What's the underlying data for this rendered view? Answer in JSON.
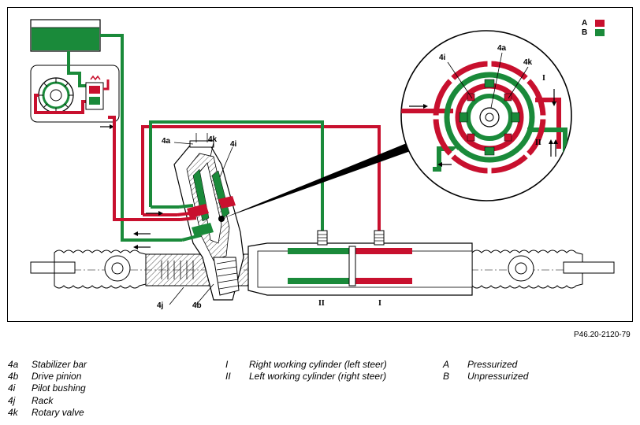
{
  "colors": {
    "pressurized": "#c8102e",
    "unpressurized": "#1a8a3a",
    "line": "#000000"
  },
  "color_key": [
    {
      "code": "A",
      "color": "#c8102e"
    },
    {
      "code": "B",
      "color": "#1a8a3a"
    }
  ],
  "callouts": {
    "main": [
      "4a",
      "4k",
      "4i",
      "4j",
      "4b"
    ],
    "detail": [
      "4i",
      "4a",
      "4k",
      "I",
      "II"
    ],
    "cylinders": [
      "II",
      "I"
    ]
  },
  "reference": "P46.20-2120-79",
  "legend": {
    "col1": [
      {
        "key": "4a",
        "desc": "Stabilizer bar"
      },
      {
        "key": "4b",
        "desc": "Drive pinion"
      },
      {
        "key": "4i",
        "desc": "Pilot bushing"
      },
      {
        "key": "4j",
        "desc": "Rack"
      },
      {
        "key": "4k",
        "desc": "Rotary valve"
      }
    ],
    "col2": [
      {
        "key": "I",
        "desc": "Right working cylinder (left steer)"
      },
      {
        "key": "II",
        "desc": "Left working cylinder (right steer)"
      }
    ],
    "col3": [
      {
        "key": "A",
        "desc": "Pressurized"
      },
      {
        "key": "B",
        "desc": "Unpressurized"
      }
    ]
  }
}
